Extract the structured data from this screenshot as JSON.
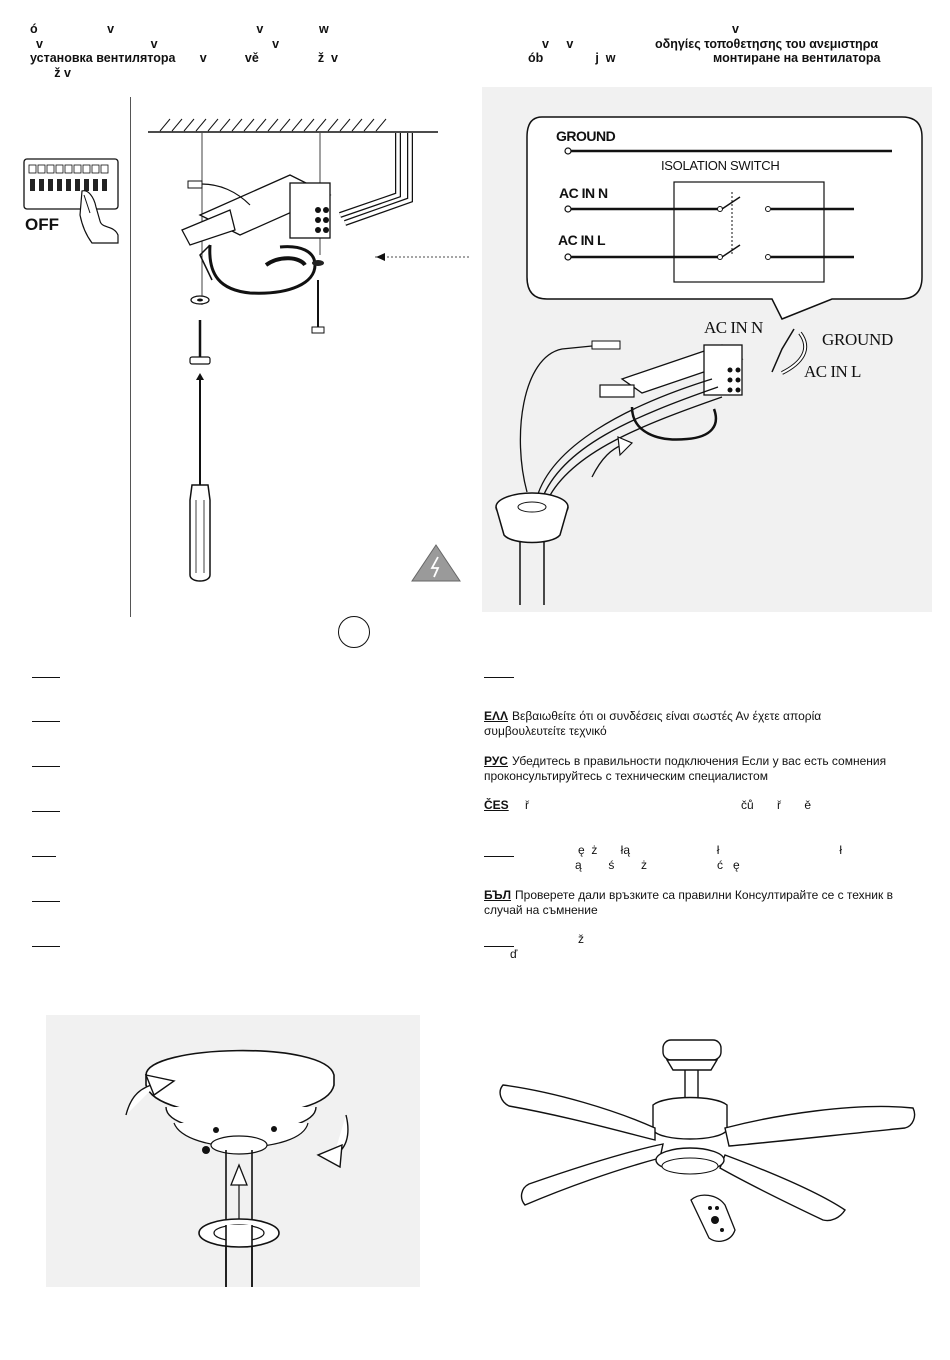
{
  "header": {
    "left_line1": "ó                    v                                         v                w",
    "left_line2": "v                               v                                 v",
    "left_line3": "установка вентилятора       v           vě                 ž  v",
    "left_line4": "       ž v",
    "right_line1": "v",
    "right_line2": "v     v",
    "right_line2_bold": "οδηγίες τοποθετησης του ανεμιστηρα",
    "right_line3_a": "ób               j  w",
    "right_line3_b": "монтиране на вентилатора"
  },
  "left_panel": {
    "off_label": "OFF"
  },
  "wiring": {
    "ground": "GROUND",
    "isolation_switch": "ISOLATION SWITCH",
    "ac_in_n": "AC IN N",
    "ac_in_l": "AC IN L",
    "callout_ac_in_n": "AC IN N",
    "callout_ground": "GROUND",
    "callout_ac_in_l": "AC IN L"
  },
  "instructions": {
    "ell_code": "ΕΛΛ",
    "ell_text": "Βεβαιωθείτε ότι οι συνδέσεις είναι σωστές  Αν έχετε απορία συμβουλευτείτε τεχνικό",
    "rus_code": "РУС",
    "rus_text": "Убедитесь в правильности подключения  Если у вас есть сомнения  проконсультируйтесь с техническим специалистом",
    "ces_code": "ČES",
    "ces_frag1": "ř",
    "ces_frag2": "čů       ř       ě",
    "pol_frag1": "ę  ż       łą                          ł                                    ł",
    "pol_frag2": "ą        ś        ż                     ć   ę",
    "bul_code": "БЪЛ",
    "bul_text": "Проверете дали връзките са правилни  Консултирайте се с техник в случай на съмнение",
    "last_frag1": "ž",
    "last_frag2": "ď"
  },
  "colors": {
    "ink": "#111111",
    "shade": "#f1f1f1"
  }
}
